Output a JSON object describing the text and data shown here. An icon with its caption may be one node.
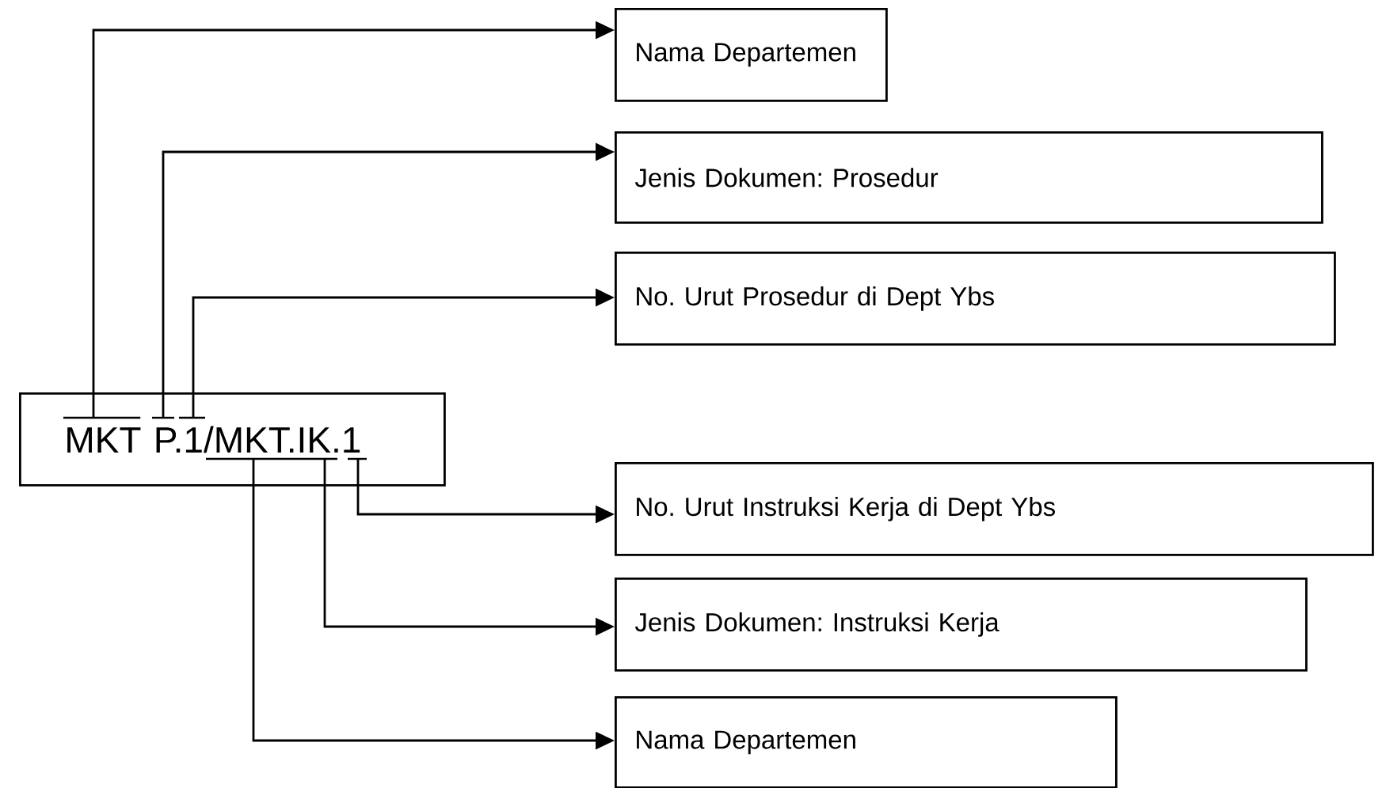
{
  "diagram": {
    "nodes": [
      {
        "text": [
          "MKT P.1/MKT.IK.1"
        ]
      },
      {
        "text": [
          "Nama Departemen"
        ]
      },
      {
        "text": [
          "Jenis Dokumen: Prosedur"
        ]
      },
      {
        "text": [
          "No. Urut Prosedur di Dept Ybs"
        ]
      },
      {
        "text": [
          "No. Urut Instruksi Kerja di Dept Ybs"
        ]
      },
      {
        "text": [
          "Jenis Dokumen: Instruksi Kerja"
        ]
      },
      {
        "text": [
          "Nama Departemen"
        ]
      }
    ],
    "edges": [
      {
        "from": 0,
        "to": 1,
        "arrow": "to"
      },
      {
        "from": 0,
        "to": 2,
        "arrow": "to"
      },
      {
        "from": 0,
        "to": 3,
        "arrow": "to"
      },
      {
        "from": 0,
        "to": 4,
        "arrow": "to"
      },
      {
        "from": 0,
        "to": 5,
        "arrow": "to"
      },
      {
        "from": 0,
        "to": 6,
        "arrow": "to"
      }
    ]
  }
}
